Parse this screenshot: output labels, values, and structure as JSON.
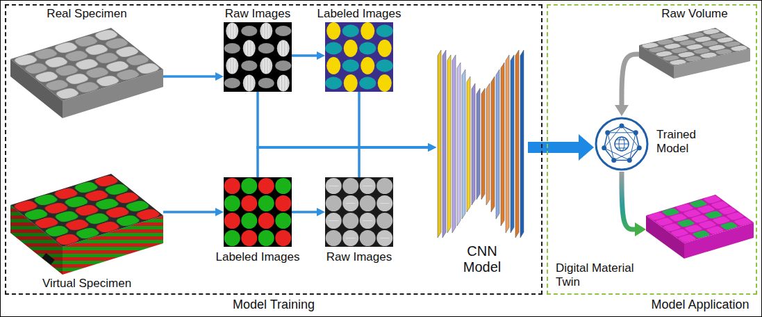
{
  "diagram": {
    "nodes": [
      {
        "text": [
          "Model Training"
        ]
      },
      {
        "text": [
          "Real Specimen"
        ],
        "in": 0
      },
      {
        "text": [
          "Raw Images"
        ],
        "in": 0
      },
      {
        "text": [
          "Labeled Images"
        ],
        "in": 0
      },
      {
        "text": [
          "Virtual Specimen"
        ],
        "in": 0
      },
      {
        "text": [
          "Labeled Images"
        ],
        "in": 0
      },
      {
        "text": [
          "Raw Images"
        ],
        "in": 0
      },
      {
        "text": [
          "CNN Model"
        ],
        "in": 0
      },
      {
        "text": [
          "Model Application"
        ]
      },
      {
        "text": [
          "Raw Volume"
        ],
        "in": 8
      },
      {
        "text": [
          "Trained Model"
        ],
        "in": 8
      },
      {
        "text": [
          "Digital Material Twin"
        ],
        "in": 8
      }
    ],
    "edges": [
      {
        "from": 1,
        "to": 2,
        "arrow": "to"
      },
      {
        "from": 2,
        "to": 3,
        "arrow": "to"
      },
      {
        "from": 4,
        "to": 5,
        "arrow": "to"
      },
      {
        "from": 5,
        "to": 6,
        "arrow": "to"
      },
      {
        "from": 2,
        "to": 7,
        "arrow": "to"
      },
      {
        "from": 3,
        "to": 7,
        "arrow": "to"
      },
      {
        "from": 5,
        "to": 7,
        "arrow": "to"
      },
      {
        "from": 6,
        "to": 7,
        "arrow": "to"
      },
      {
        "from": 7,
        "to": 10,
        "arrow": "to"
      },
      {
        "from": 9,
        "to": 10,
        "arrow": "to"
      },
      {
        "from": 10,
        "to": 11,
        "arrow": "to"
      }
    ]
  }
}
